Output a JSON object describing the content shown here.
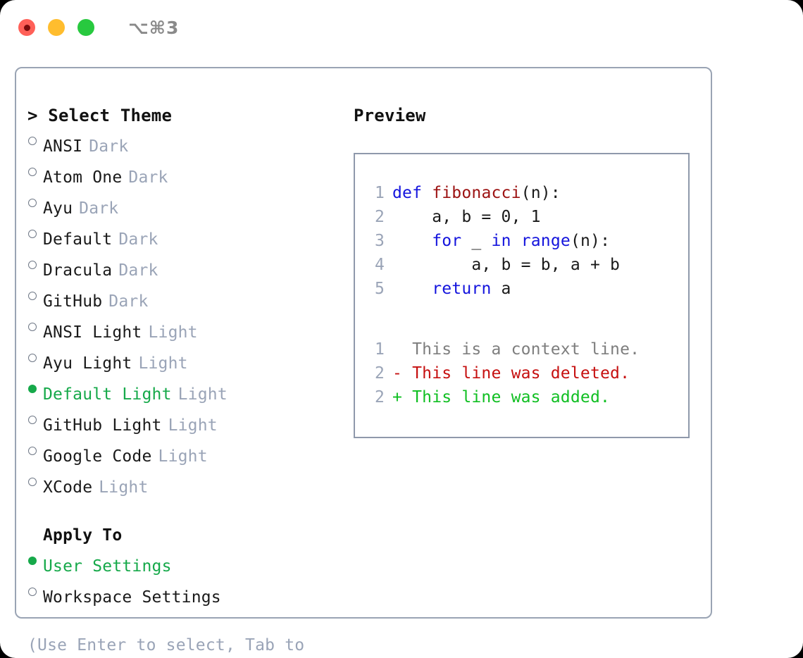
{
  "titlebar": {
    "shortcut": "⌥⌘3",
    "buttons": [
      {
        "name": "close",
        "color": "#ff6058"
      },
      {
        "name": "minimize",
        "color": "#ffbd2e"
      },
      {
        "name": "zoom",
        "color": "#28c93f"
      }
    ]
  },
  "theme_panel": {
    "header": "> Select Theme",
    "items": [
      {
        "bullet": "○",
        "selected": false,
        "label": "ANSI",
        "tag": "Dark"
      },
      {
        "bullet": "○",
        "selected": false,
        "label": "Atom One",
        "tag": "Dark"
      },
      {
        "bullet": "○",
        "selected": false,
        "label": "Ayu",
        "tag": "Dark"
      },
      {
        "bullet": "○",
        "selected": false,
        "label": "Default",
        "tag": "Dark"
      },
      {
        "bullet": "○",
        "selected": false,
        "label": "Dracula",
        "tag": "Dark"
      },
      {
        "bullet": "○",
        "selected": false,
        "label": "GitHub",
        "tag": "Dark"
      },
      {
        "bullet": "○",
        "selected": false,
        "label": "ANSI Light",
        "tag": "Light"
      },
      {
        "bullet": "○",
        "selected": false,
        "label": "Ayu Light",
        "tag": "Light"
      },
      {
        "bullet": "●",
        "selected": true,
        "label": "Default Light",
        "tag": "Light"
      },
      {
        "bullet": "○",
        "selected": false,
        "label": "GitHub Light",
        "tag": "Light"
      },
      {
        "bullet": "○",
        "selected": false,
        "label": "Google Code",
        "tag": "Light"
      },
      {
        "bullet": "○",
        "selected": false,
        "label": "XCode",
        "tag": "Light"
      }
    ]
  },
  "apply_to": {
    "header": "Apply To",
    "items": [
      {
        "bullet": "●",
        "selected": true,
        "label": "User Settings"
      },
      {
        "bullet": "○",
        "selected": false,
        "label": "Workspace Settings"
      }
    ]
  },
  "hint": "(Use Enter to select, Tab to change focus)",
  "preview": {
    "title": "Preview",
    "code_lines": [
      {
        "no": "1",
        "segments": [
          {
            "text": "def ",
            "kind": "kw"
          },
          {
            "text": "fibonacci",
            "kind": "fn"
          },
          {
            "text": "(n):",
            "kind": "plain"
          }
        ]
      },
      {
        "no": "2",
        "segments": [
          {
            "text": "    a, b = 0, 1",
            "kind": "plain"
          }
        ]
      },
      {
        "no": "3",
        "segments": [
          {
            "text": "    ",
            "kind": "plain"
          },
          {
            "text": "for",
            "kind": "kw"
          },
          {
            "text": " _ ",
            "kind": "plain"
          },
          {
            "text": "in",
            "kind": "kw"
          },
          {
            "text": " ",
            "kind": "plain"
          },
          {
            "text": "range",
            "kind": "kw"
          },
          {
            "text": "(n):",
            "kind": "plain"
          }
        ]
      },
      {
        "no": "4",
        "segments": [
          {
            "text": "        a, b = b, a + b",
            "kind": "plain"
          }
        ]
      },
      {
        "no": "5",
        "segments": [
          {
            "text": "    ",
            "kind": "plain"
          },
          {
            "text": "return",
            "kind": "kw"
          },
          {
            "text": " a",
            "kind": "plain"
          }
        ]
      }
    ],
    "diff_lines": [
      {
        "no": "1",
        "marker": " ",
        "text": "  This is a context line.",
        "kind": "context"
      },
      {
        "no": "2",
        "marker": "-",
        "text": "- This line was deleted.",
        "kind": "deleted"
      },
      {
        "no": "2",
        "marker": "+",
        "text": "+ This line was added.",
        "kind": "added"
      }
    ]
  },
  "colors": {
    "accent_green": "#16a94a",
    "muted_gray": "#9aa4b7",
    "keyword_blue": "#1414dd",
    "function_red": "#9c1212",
    "diff_deleted": "#c61010",
    "diff_added": "#10bf22",
    "border": "#9aa4b4"
  }
}
